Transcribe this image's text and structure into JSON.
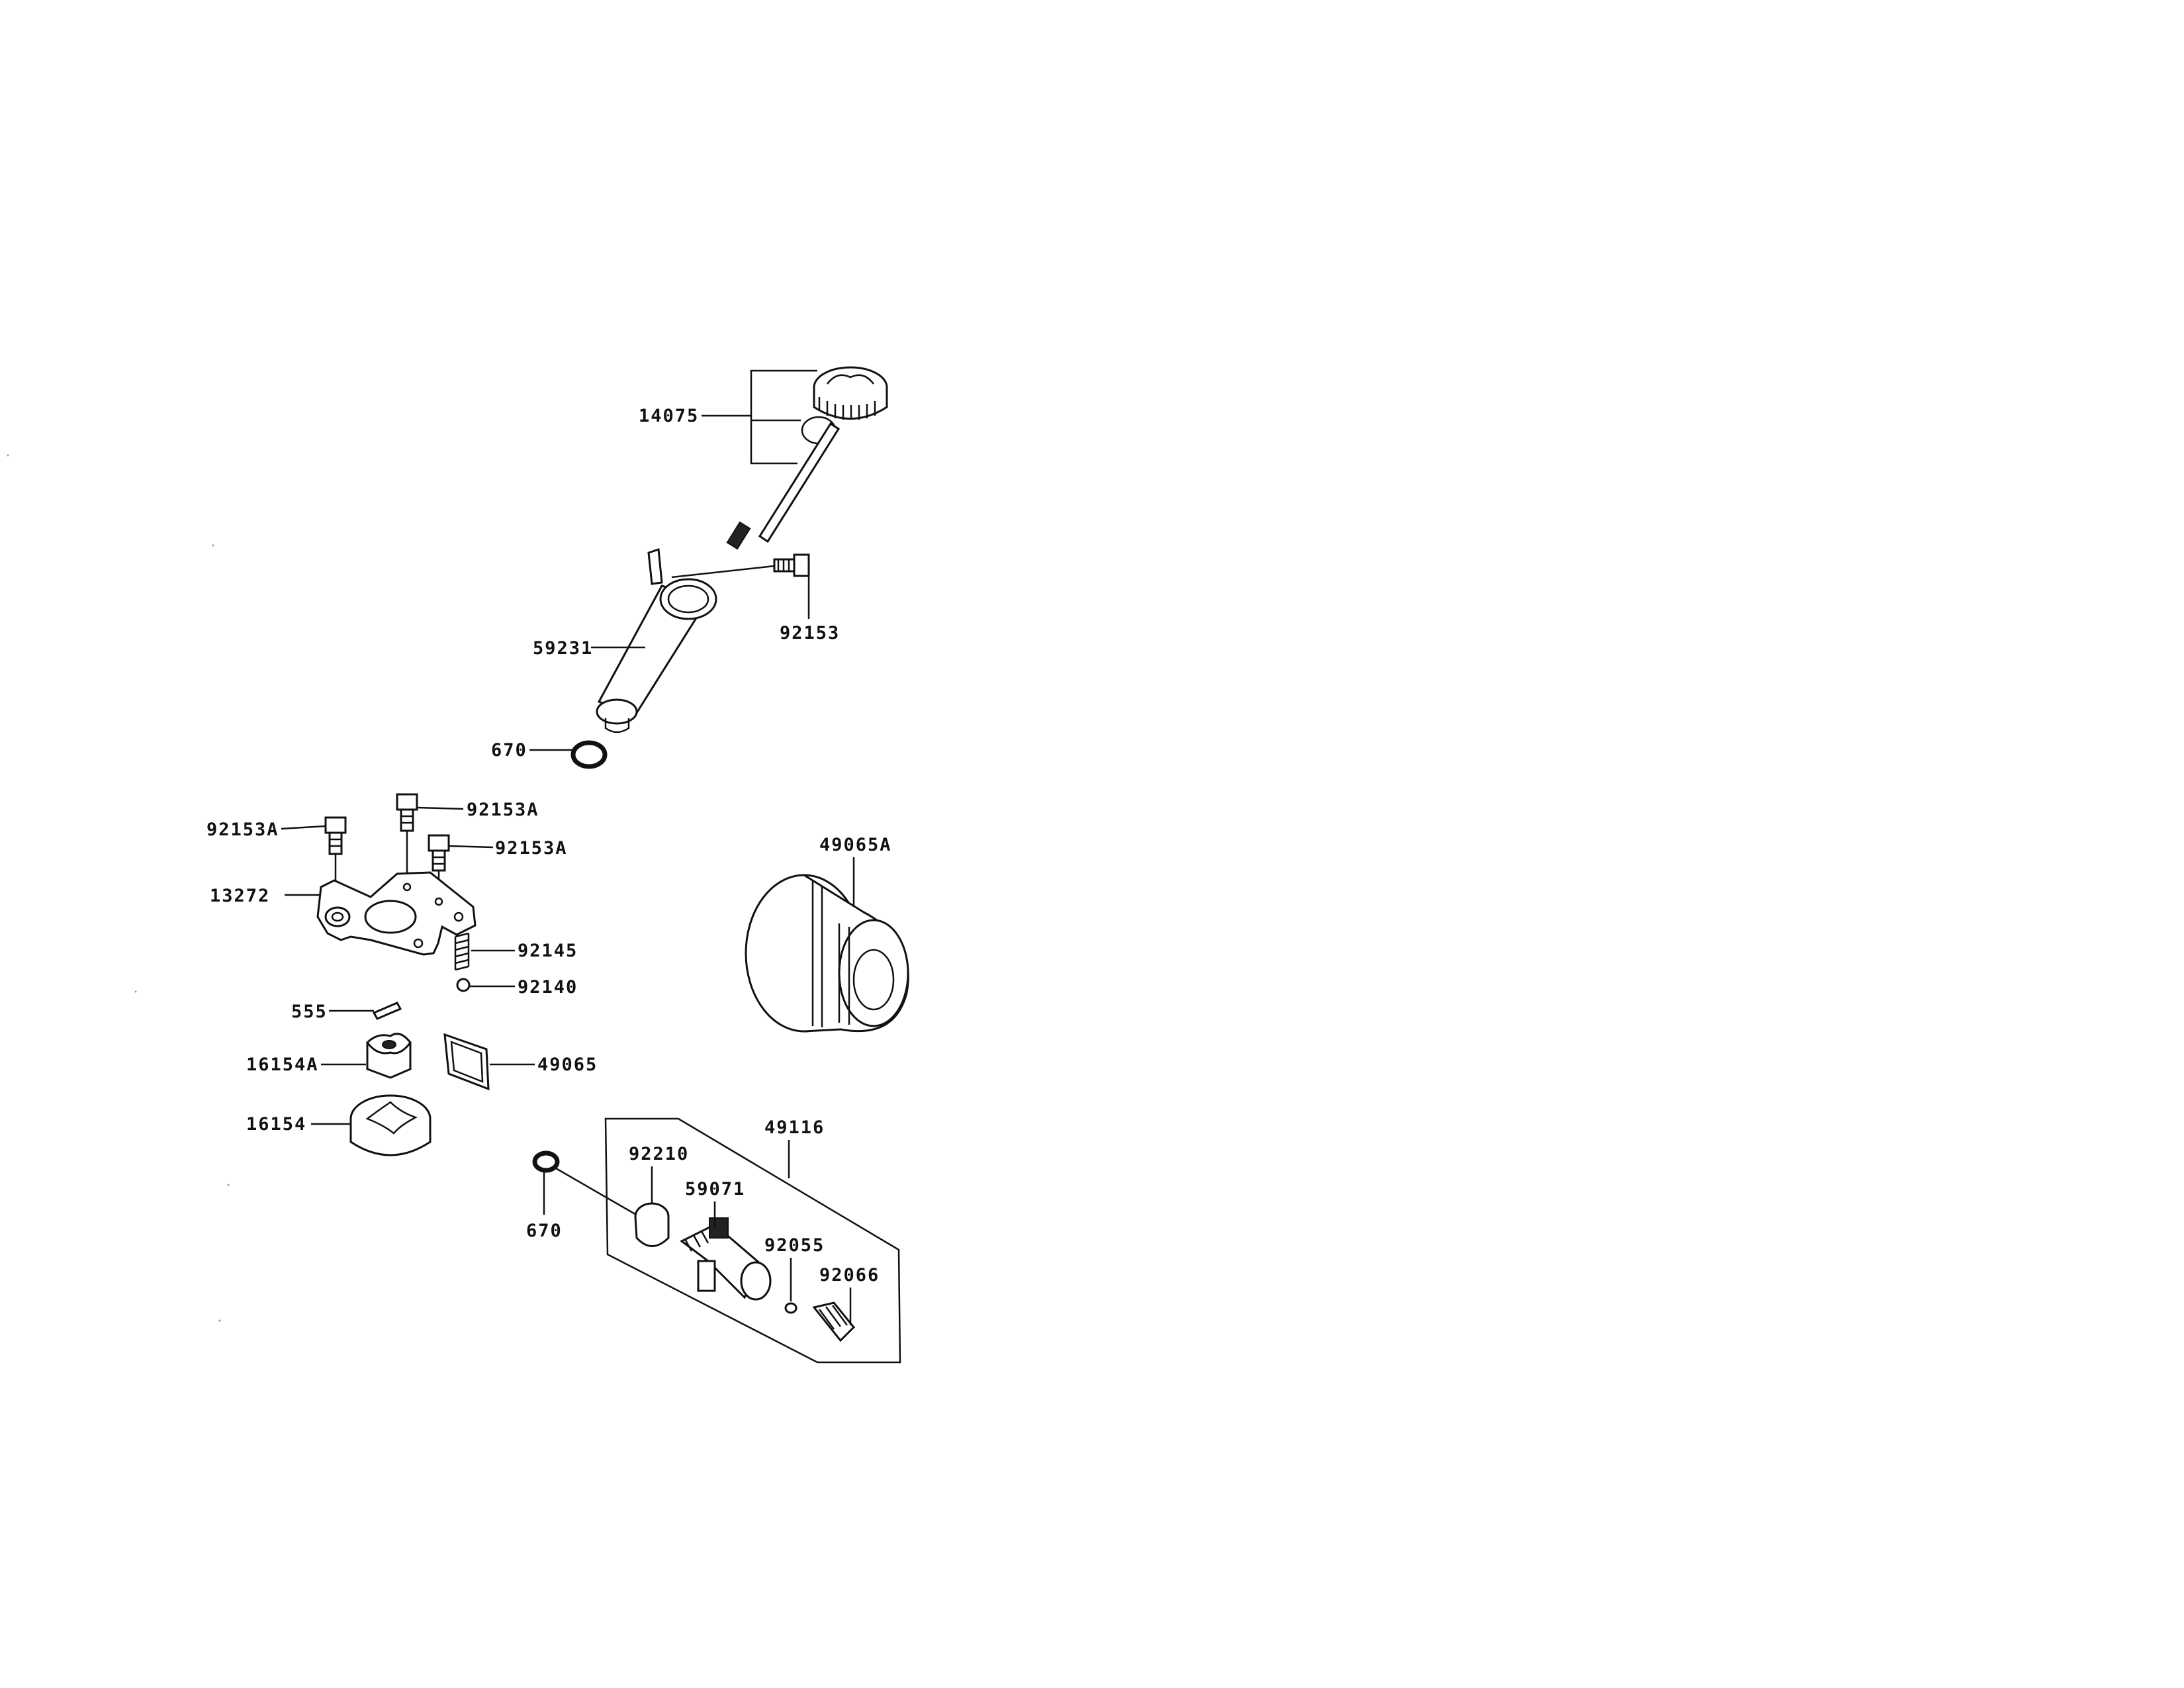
{
  "labels": {
    "p14075": "14075",
    "p92153": "92153",
    "p59231": "59231",
    "p670_top": "670",
    "p92153A_left": "92153A",
    "p92153A_mid": "92153A",
    "p92153A_right": "92153A",
    "p13272": "13272",
    "p92145": "92145",
    "p92140": "92140",
    "p555": "555",
    "p16154A": "16154A",
    "p49065": "49065",
    "p16154": "16154",
    "p49065A": "49065A",
    "p49116": "49116",
    "p92210": "92210",
    "p59071": "59071",
    "p670_bottom": "670",
    "p92055": "92055",
    "p92066": "92066"
  }
}
